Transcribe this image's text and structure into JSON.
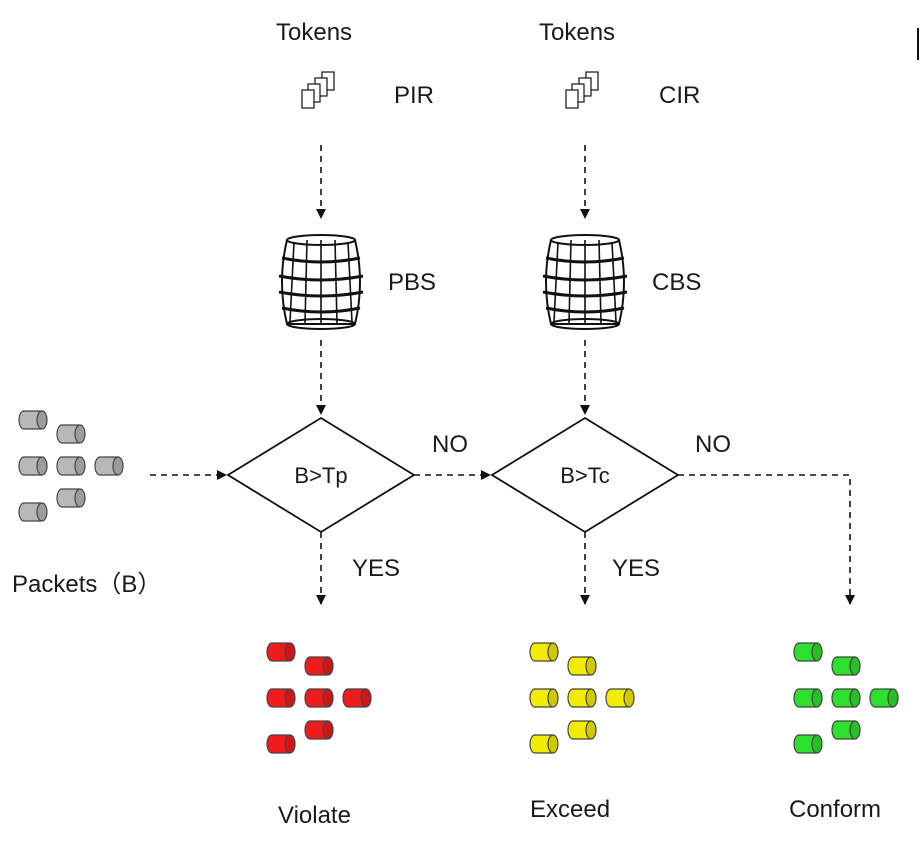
{
  "nodes": {
    "tokens_left_label": "Tokens",
    "tokens_right_label": "Tokens",
    "pir_label": "PIR",
    "cir_label": "CIR",
    "pbs_label": "PBS",
    "cbs_label": "CBS",
    "decision_left": "B>Tp",
    "decision_right": "B>Tc",
    "packets_label": "Packets（B）",
    "violate_label": "Violate",
    "exceed_label": "Exceed",
    "conform_label": "Conform"
  },
  "edges": {
    "no_left": "NO",
    "no_right": "NO",
    "yes_left": "YES",
    "yes_right": "YES"
  },
  "colors": {
    "packet_input": "#b8b8b8",
    "violate": "#ee1c1c",
    "exceed": "#f2ec00",
    "conform": "#2ee02e",
    "line": "#111111"
  },
  "icons": {
    "tokens": "token-stack-icon",
    "bucket": "barrel-icon",
    "packet": "cylinder-packet-icon"
  }
}
